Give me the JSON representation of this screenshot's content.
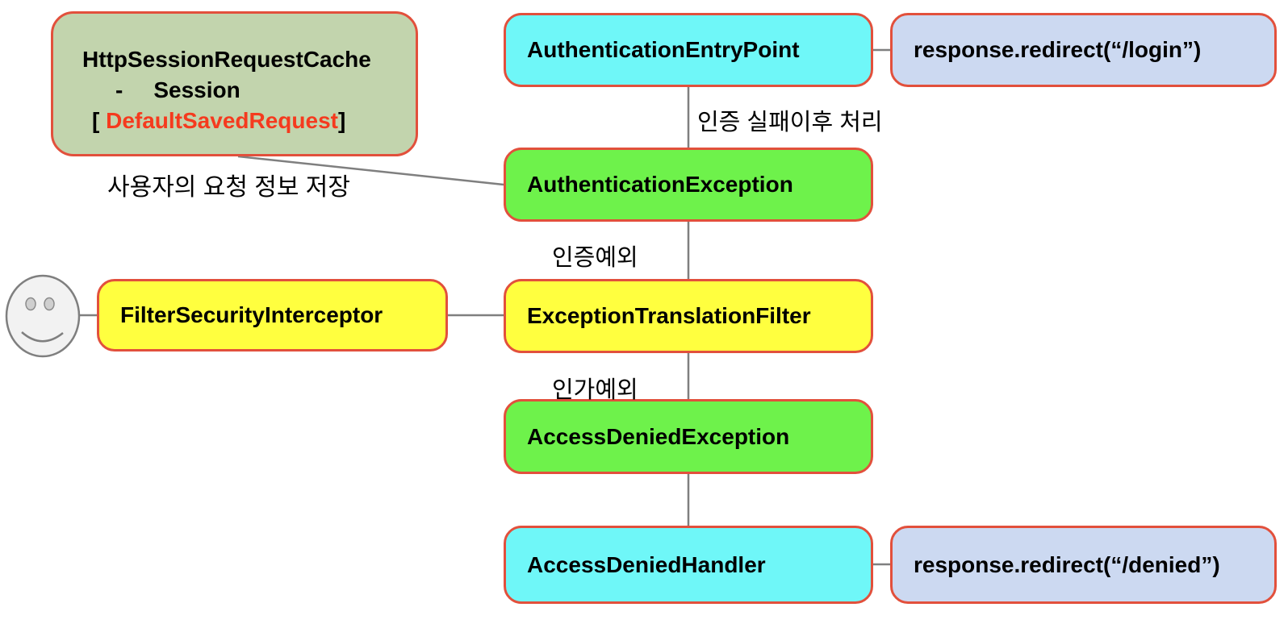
{
  "diagram": {
    "request_cache": {
      "title": "HttpSessionRequestCache",
      "bullet": "-",
      "session": "Session",
      "bracket_open": "[",
      "saved_request": "DefaultSavedRequest",
      "bracket_close": "]"
    },
    "nodes": {
      "authentication_entry_point": "AuthenticationEntryPoint",
      "redirect_login": "response.redirect(“/login”)",
      "authentication_exception": "AuthenticationException",
      "exception_translation_filter": "ExceptionTranslationFilter",
      "filter_security_interceptor": "FilterSecurityInterceptor",
      "access_denied_exception": "AccessDeniedException",
      "access_denied_handler": "AccessDeniedHandler",
      "redirect_denied": "response.redirect(“/denied”)"
    },
    "edge_labels": {
      "auth_failure_handling": "인증 실패이후 처리",
      "save_user_request": "사용자의 요청 정보 저장",
      "authentication_exception": "인증예외",
      "authorization_exception": "인가예외"
    },
    "icons": {
      "user": "smiley-face"
    },
    "colors": {
      "node_border": "#e2503c",
      "cache_fill": "#c2d4ad",
      "cyan_fill": "#6ff7f8",
      "green_fill": "#6ef24b",
      "yellow_fill": "#ffff3f",
      "lavender_fill": "#ccd9f1",
      "connector_gray": "#7f7f7f",
      "highlight_red": "#f53a1e"
    }
  }
}
